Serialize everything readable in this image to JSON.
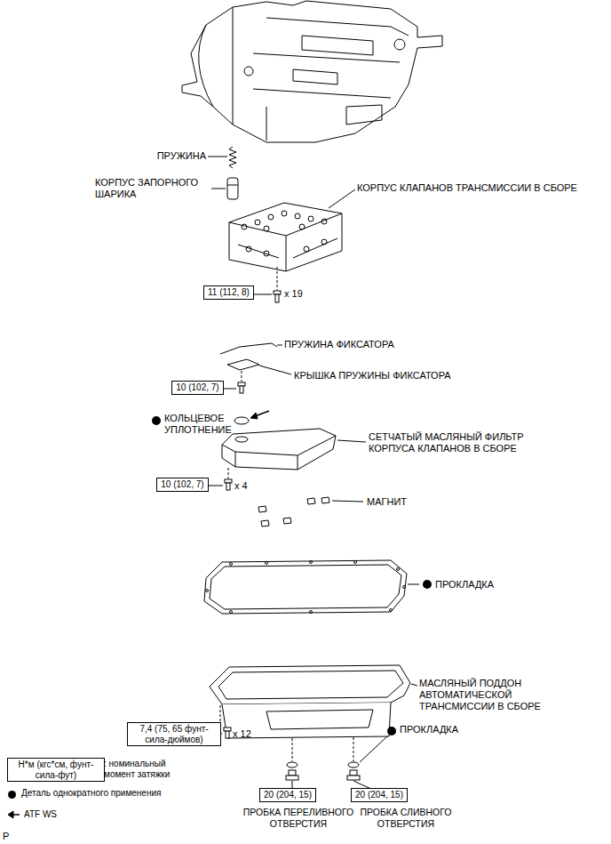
{
  "diagram": {
    "nodes": [
      {
        "text": [
          "11 (112, 8)"
        ]
      },
      {
        "text": [
          "10 (102, 7)"
        ]
      },
      {
        "text": [
          "10 (102, 7)"
        ]
      },
      {
        "text": [
          "7,4 (75, 65 фунт-сила-дюймов)"
        ]
      },
      {
        "text": [
          "Н*м (кгс*см, фунт-сила-фут)"
        ]
      },
      {
        "text": [
          "20 (204, 15)"
        ]
      },
      {
        "text": [
          "20 (204, 15)"
        ]
      }
    ],
    "labels": [
      "ПРУЖИНА",
      "КОРПУС ЗАПОРНОГО ШАРИКА",
      "КОРПУС КЛАПАНОВ ТРАНСМИССИИ В СБОРЕ",
      "x 19",
      "ПРУЖИНА ФИКСАТОРА",
      "КРЫШКА ПРУЖИНЫ ФИКСАТОРА",
      "КОЛЬЦЕВОЕ УПЛОТНЕНИЕ",
      "СЕТЧАТЫЙ МАСЛЯНЫЙ ФИЛЬТР КОРПУСА КЛАПАНОВ В СБОРЕ",
      "x 4",
      "МАГНИТ",
      "ПРОКЛАДКА",
      "МАСЛЯНЫЙ ПОДДОН АВТОМАТИЧЕСКОЙ ТРАНСМИССИИ В СБОРЕ",
      "x 12",
      "ПРОКЛАДКА",
      "ПРОБКА ПЕРЕЛИВНОГО ОТВЕРСТИЯ",
      "ПРОБКА СЛИВНОГО ОТВЕРСТИЯ",
      "P"
    ],
    "legend": [
      {
        "text": ": номинальный момент затяжки"
      },
      {
        "text": "Деталь однократного применения",
        "color": "#000000"
      },
      {
        "text": "ATF WS"
      }
    ]
  }
}
